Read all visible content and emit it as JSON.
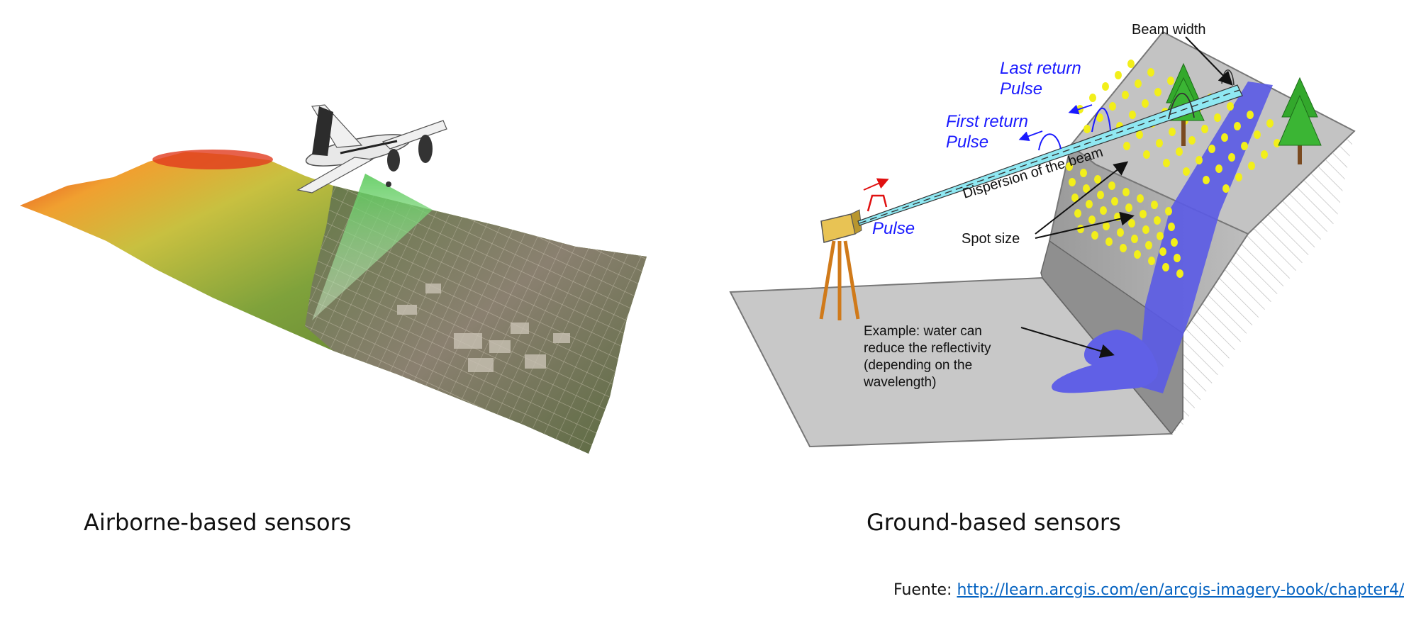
{
  "left_panel": {
    "caption": "Airborne-based sensors"
  },
  "right_panel": {
    "caption": "Ground-based sensors",
    "labels": {
      "beam_width": "Beam width",
      "last_return_line1": "Last return",
      "last_return_line2": "Pulse",
      "first_return_line1": "First return",
      "first_return_line2": "Pulse",
      "dispersion": "Dispersion of the beam",
      "pulse": "Pulse",
      "spot_size": "Spot size",
      "example_line1": "Example: water can",
      "example_line2": "reduce the reflectivity",
      "example_line3": "(depending on the",
      "example_line4": "wavelength)"
    },
    "colors": {
      "pulse_text": "#1a1aff",
      "water": "#5a5ae6",
      "spots": "#f2ef1a",
      "beam": "#8fe8f2",
      "ground": "#c8c8c8"
    }
  },
  "footer": {
    "source_prefix": "Fuente: ",
    "source_url": "http://learn.arcgis.com/en/arcgis-imagery-book/chapter4/"
  }
}
